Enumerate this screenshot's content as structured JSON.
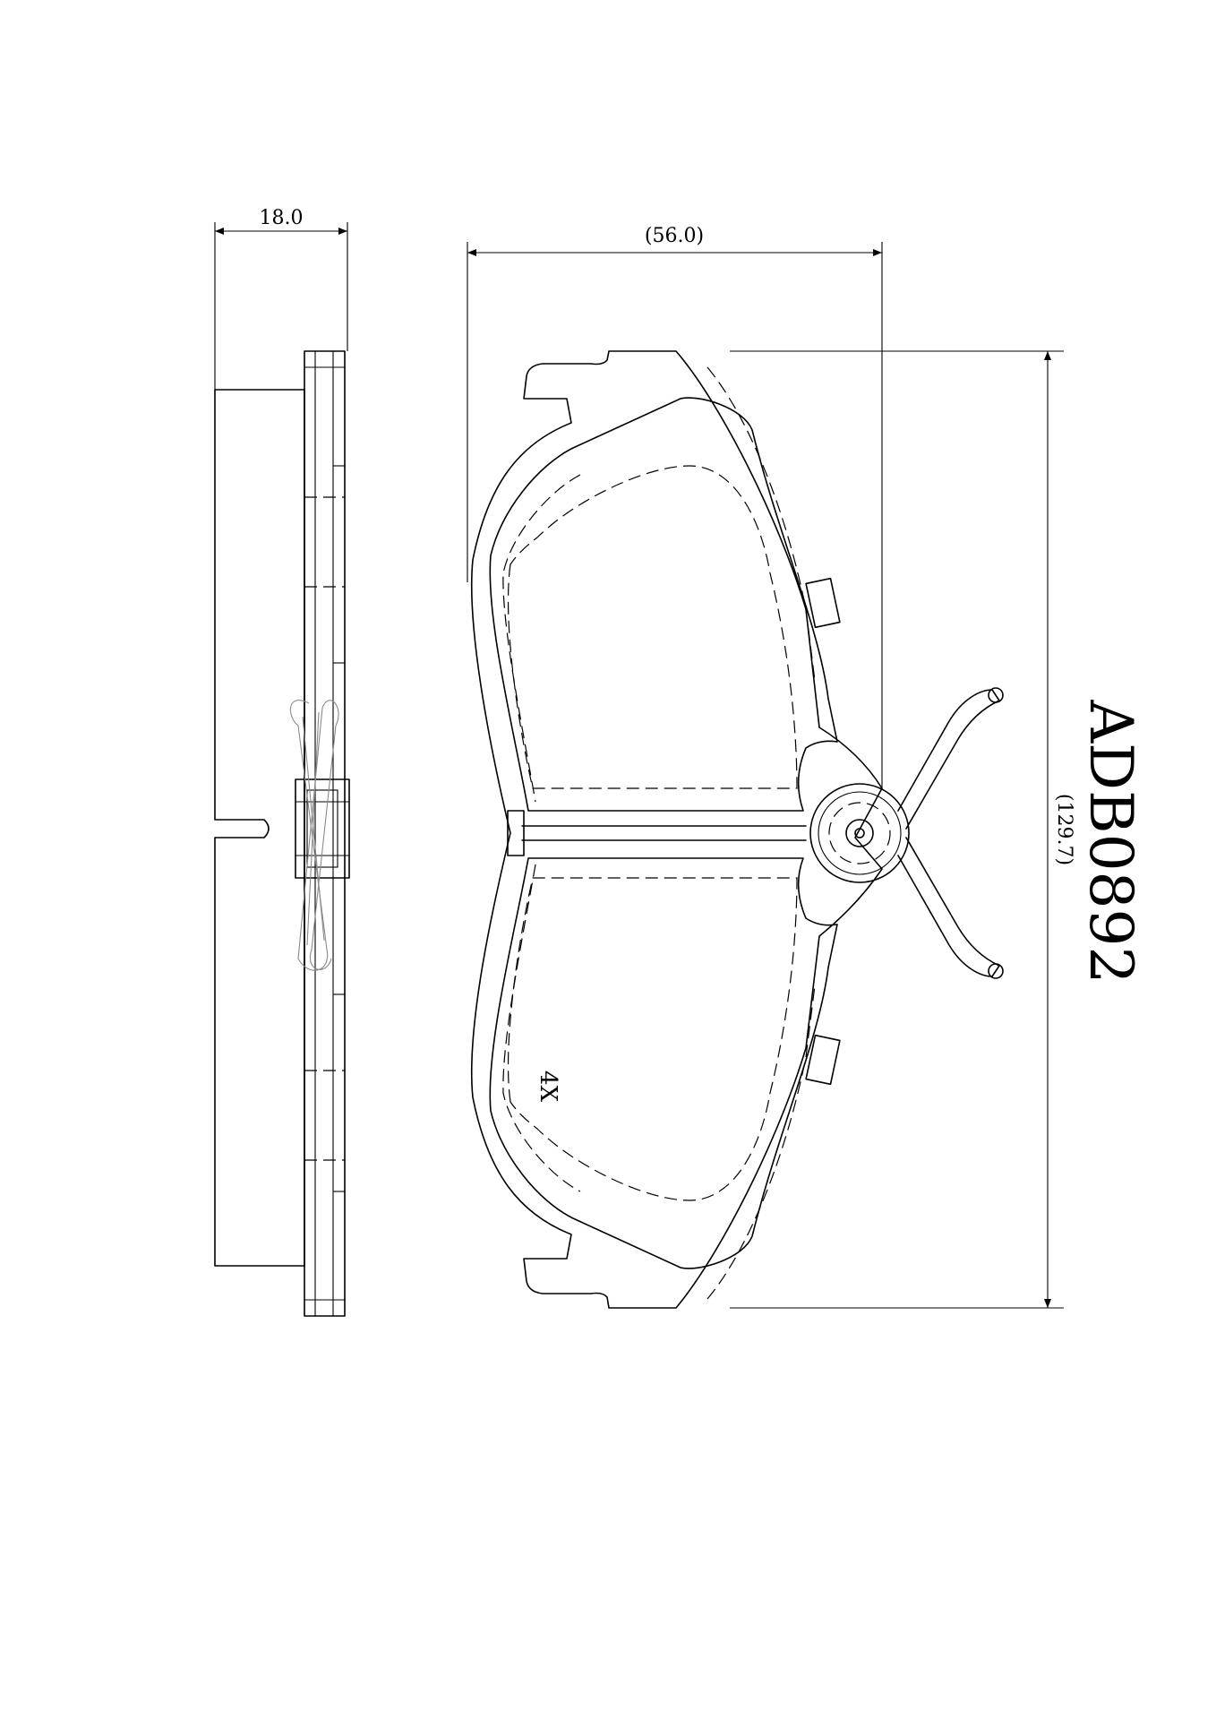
{
  "part_code": "ADB0892",
  "quantity": "4X",
  "dimensions": {
    "thickness": "18.0",
    "width": "(56.0)",
    "height": "(129.7)"
  }
}
